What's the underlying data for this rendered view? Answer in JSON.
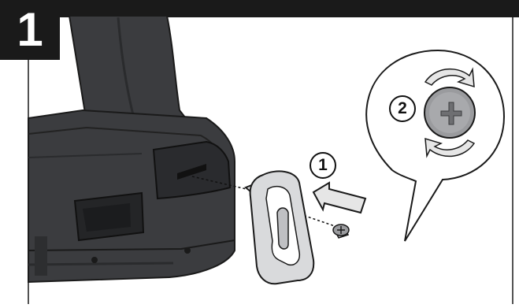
{
  "step": {
    "number": "1"
  },
  "callouts": [
    {
      "label": "1"
    },
    {
      "label": "2"
    }
  ],
  "colors": {
    "banner": "#1a1a1a",
    "tool_body": "#3b3c3f",
    "tool_dark": "#242527",
    "clip_metal": "#d9dadc",
    "screw": "#9a9b9e",
    "arrow_fill": "#e6e6e6",
    "outline": "#1a1a1a"
  },
  "icons": [
    "drill-body",
    "belt-clip",
    "screw",
    "insert-arrow",
    "rotate-arrow-top",
    "rotate-arrow-bottom",
    "magnifier-callout"
  ]
}
